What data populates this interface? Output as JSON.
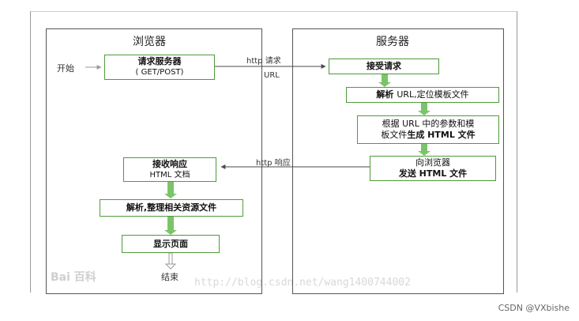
{
  "lanes": {
    "browser_title": "浏览器",
    "server_title": "服务器"
  },
  "labels": {
    "start": "开始",
    "end": "结束",
    "http_request": "http 请求",
    "url": "URL",
    "http_response": "http 响应"
  },
  "browser_boxes": {
    "request_server_line1": "请求服务器",
    "request_server_line2": "( GET/POST)",
    "receive_response_line1": "接收响应",
    "receive_response_line2": "HTML 文档",
    "parse_resources": "解析,整理相关资源文件",
    "display_page": "显示页面"
  },
  "server_boxes": {
    "accept_request": "接受请求",
    "parse_url_bold": "解析",
    "parse_url_rest": "URL,定位模板文件",
    "generate_line1": "根据 URL 中的参数和模",
    "generate_line2_normal": "板文件",
    "generate_line2_bold": "生成 HTML 文件",
    "send_line1": "向浏览器",
    "send_line2": "发送 HTML 文件"
  },
  "watermarks": {
    "baidu": "Bai 百科",
    "url": "http://blog.csdn.net/wang1400744002"
  },
  "footer": {
    "credit": "CSDN @VXbishe"
  },
  "colors": {
    "box_border": "#4f9a3a",
    "down_arrow": "#7cc46a"
  }
}
